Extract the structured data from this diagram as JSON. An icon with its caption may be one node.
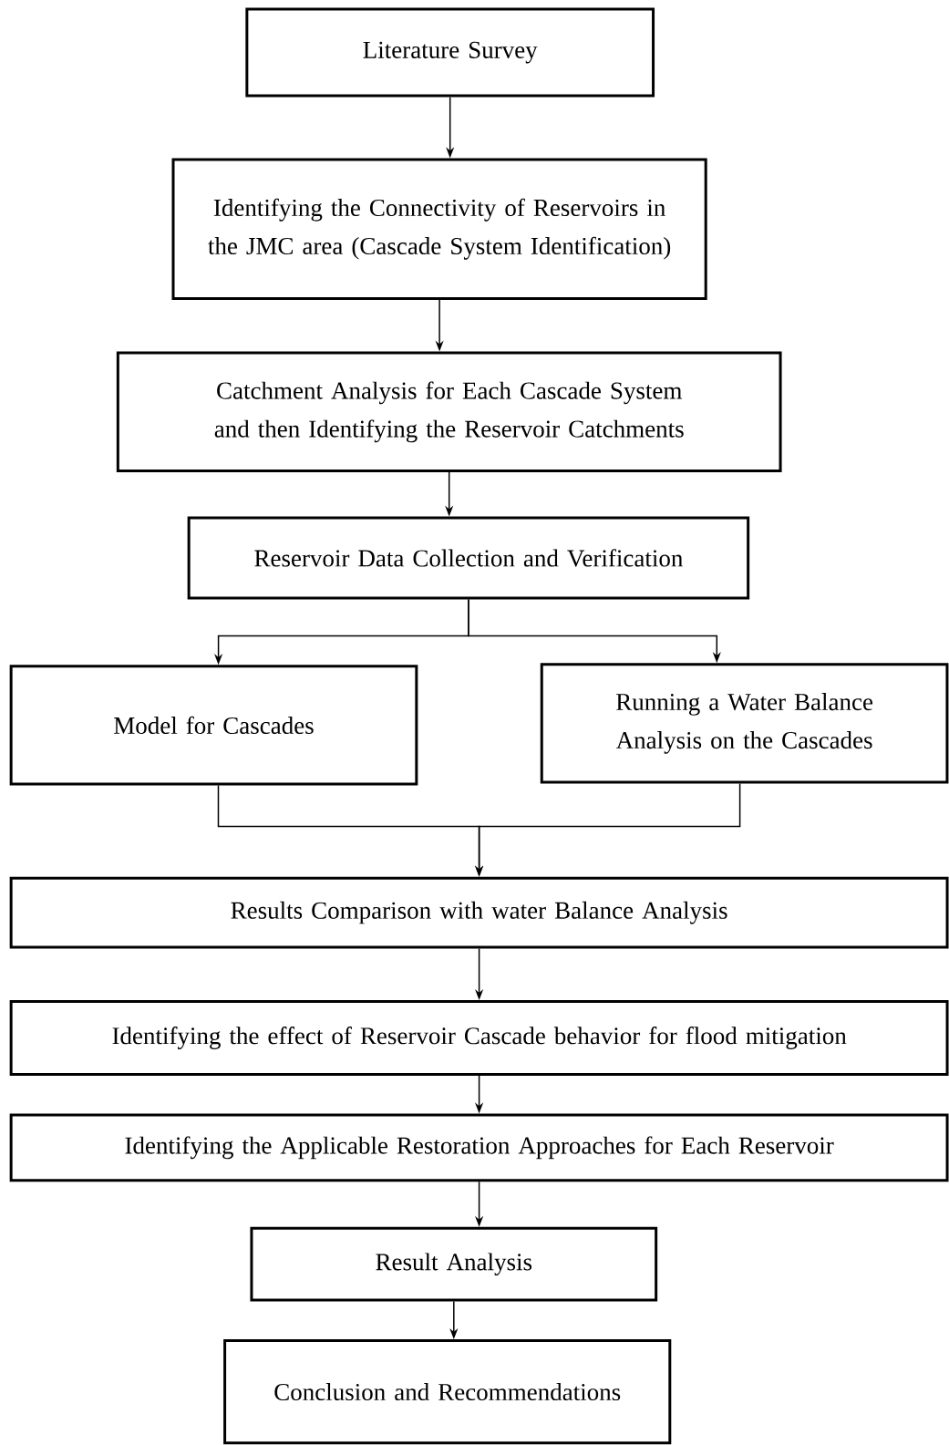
{
  "diagram": {
    "nodes": [
      {
        "text": [
          "Literature Survey"
        ]
      },
      {
        "text": [
          "Identifying the Connectivity of Reservoirs in the JMC area (Cascade System Identification)"
        ]
      },
      {
        "text": [
          "Catchment Analysis for Each Cascade System and then Identifying the Reservoir Catchments"
        ]
      },
      {
        "text": [
          "Reservoir Data Collection and Verification"
        ]
      },
      {
        "text": [
          "Model for Cascades"
        ]
      },
      {
        "text": [
          "Running a Water Balance Analysis on the Cascades"
        ]
      },
      {
        "text": [
          "Results Comparison with water Balance Analysis"
        ]
      },
      {
        "text": [
          "Identifying the effect of Reservoir Cascade behavior for flood mitigation"
        ]
      },
      {
        "text": [
          "Identifying the Applicable Restoration Approaches for Each Reservoir"
        ]
      },
      {
        "text": [
          "Result Analysis"
        ]
      },
      {
        "text": [
          "Conclusion and Recommendations"
        ]
      }
    ],
    "edges": [
      {
        "from": 0,
        "to": 1,
        "arrow": "to"
      },
      {
        "from": 1,
        "to": 2,
        "arrow": "to"
      },
      {
        "from": 2,
        "to": 3,
        "arrow": "to"
      },
      {
        "from": 3,
        "to": 4,
        "arrow": "to"
      },
      {
        "from": 3,
        "to": 5,
        "arrow": "to"
      },
      {
        "from": 4,
        "to": 6,
        "arrow": "to"
      },
      {
        "from": 5,
        "to": 6,
        "arrow": "to"
      },
      {
        "from": 6,
        "to": 7,
        "arrow": "to"
      },
      {
        "from": 7,
        "to": 8,
        "arrow": "to"
      },
      {
        "from": 8,
        "to": 9,
        "arrow": "to"
      },
      {
        "from": 9,
        "to": 10,
        "arrow": "to"
      }
    ]
  }
}
